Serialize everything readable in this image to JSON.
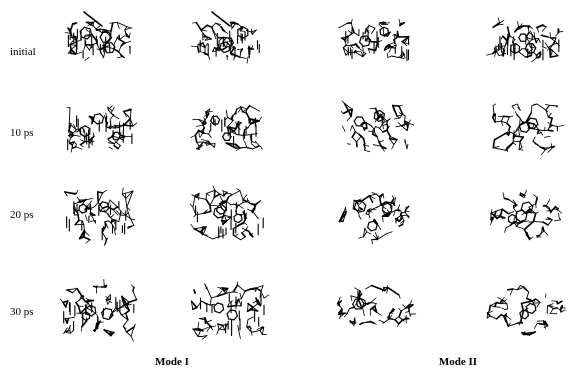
{
  "rows": [
    "initial",
    "10 ps",
    "20 ps",
    "30 ps"
  ],
  "modes": [
    "Mode I",
    "Mode II"
  ],
  "ink_color": "#000000"
}
